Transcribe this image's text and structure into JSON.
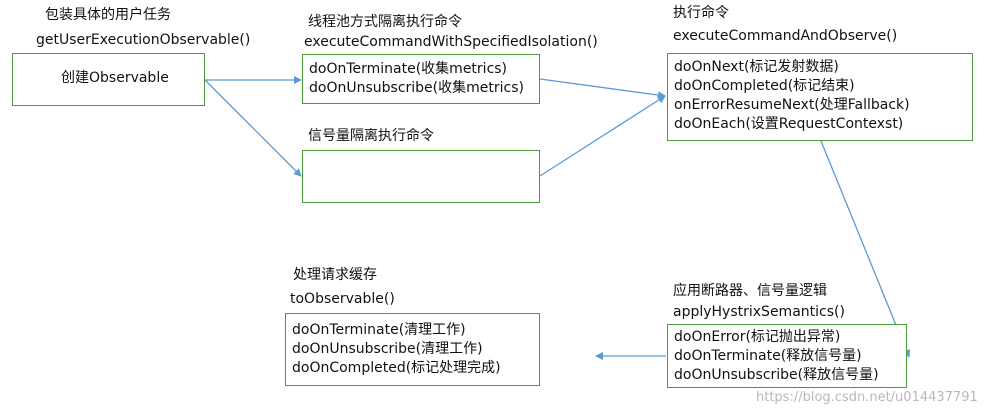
{
  "colors": {
    "box_border": "#4a9a3a",
    "arrow": "#5b9bd5"
  },
  "stage_wrap": {
    "title": "包装具体的用户任务",
    "method": "getUserExecutionObservable()",
    "lines": [
      "创建Observable"
    ]
  },
  "stage_threadpool": {
    "title": "线程池方式隔离执行命令",
    "method": "executeCommandWithSpecifiedIsolation()",
    "lines": [
      "doOnTerminate(收集metrics)",
      "doOnUnsubscribe(收集metrics)"
    ]
  },
  "stage_semaphore": {
    "title": "信号量隔离执行命令",
    "lines": []
  },
  "stage_execute": {
    "title": "执行命令",
    "method": "executeCommandAndObserve()",
    "lines": [
      "doOnNext(标记发射数据)",
      "doOnCompleted(标记结束)",
      "onErrorResumeNext(处理Fallback)",
      "doOnEach(设置RequestContexst)"
    ]
  },
  "stage_circuit": {
    "title": "应用断路器、信号量逻辑",
    "method": "applyHystrixSemantics()",
    "lines": [
      "doOnError(标记抛出异常)",
      "doOnTerminate(释放信号量)",
      "doOnUnsubscribe(释放信号量)"
    ]
  },
  "stage_cache": {
    "title": "处理请求缓存",
    "method": "toObservable()",
    "lines": [
      "doOnTerminate(清理工作)",
      "doOnUnsubscribe(清理工作)",
      "doOnCompleted(标记处理完成)"
    ]
  },
  "watermark": "https://blog.csdn.net/u014437791"
}
